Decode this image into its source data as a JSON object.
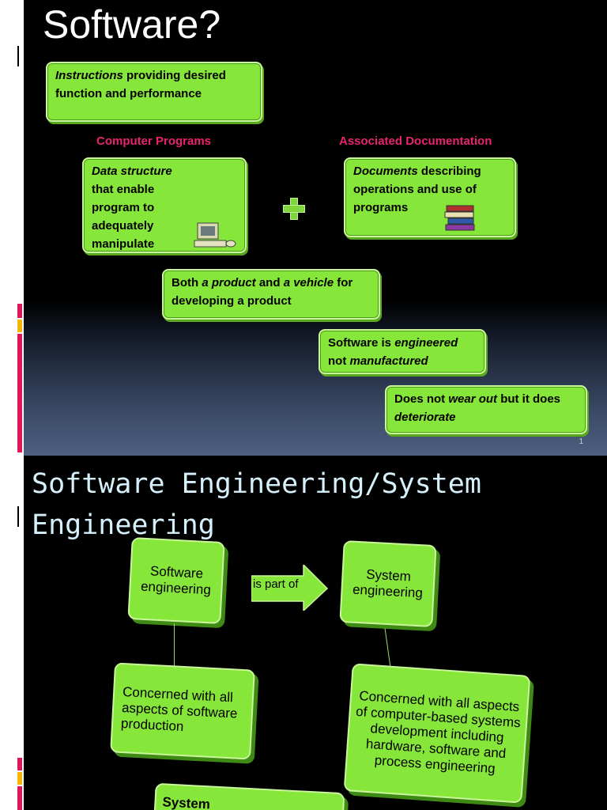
{
  "slide1": {
    "title": "Software?",
    "box_instructions": {
      "em": "Instructions",
      "rest": " providing desired function and performance"
    },
    "label_programs": "Computer Programs",
    "label_docs": "Associated Documentation",
    "box_data": {
      "em": "Data structure",
      "rest": " that enable program to adequately manipulate information"
    },
    "box_docs": {
      "em": "Documents",
      "rest": " describing operations and use of programs"
    },
    "box_both": {
      "p1": "Both ",
      "em1": "a  product",
      "p2": " and ",
      "em2": "a vehicle",
      "p3": " for developing a product"
    },
    "box_engineered": {
      "p1": "Software is ",
      "em1": "engineered",
      "p2": " not ",
      "em2": "manufactured"
    },
    "box_wear": {
      "p1": "Does not ",
      "em1": "wear out",
      "p2": " but it does ",
      "em2": "deteriorate"
    },
    "page_number": "1",
    "colors": {
      "box": "#86e63a",
      "label": "#e8246c",
      "stripe_red": "#e0155a",
      "stripe_yellow": "#f2b705"
    }
  },
  "slide2": {
    "title": "Software Engineering/System Engineering",
    "box_se": "Software engineering",
    "arrow_label": "is part of",
    "box_sys": "System engineering",
    "box_se_desc": "Concerned with all aspects of software production",
    "box_sys_desc": "Concerned with all aspects of computer-based systems development including hardware, software and process engineering",
    "box_cut": "System"
  }
}
